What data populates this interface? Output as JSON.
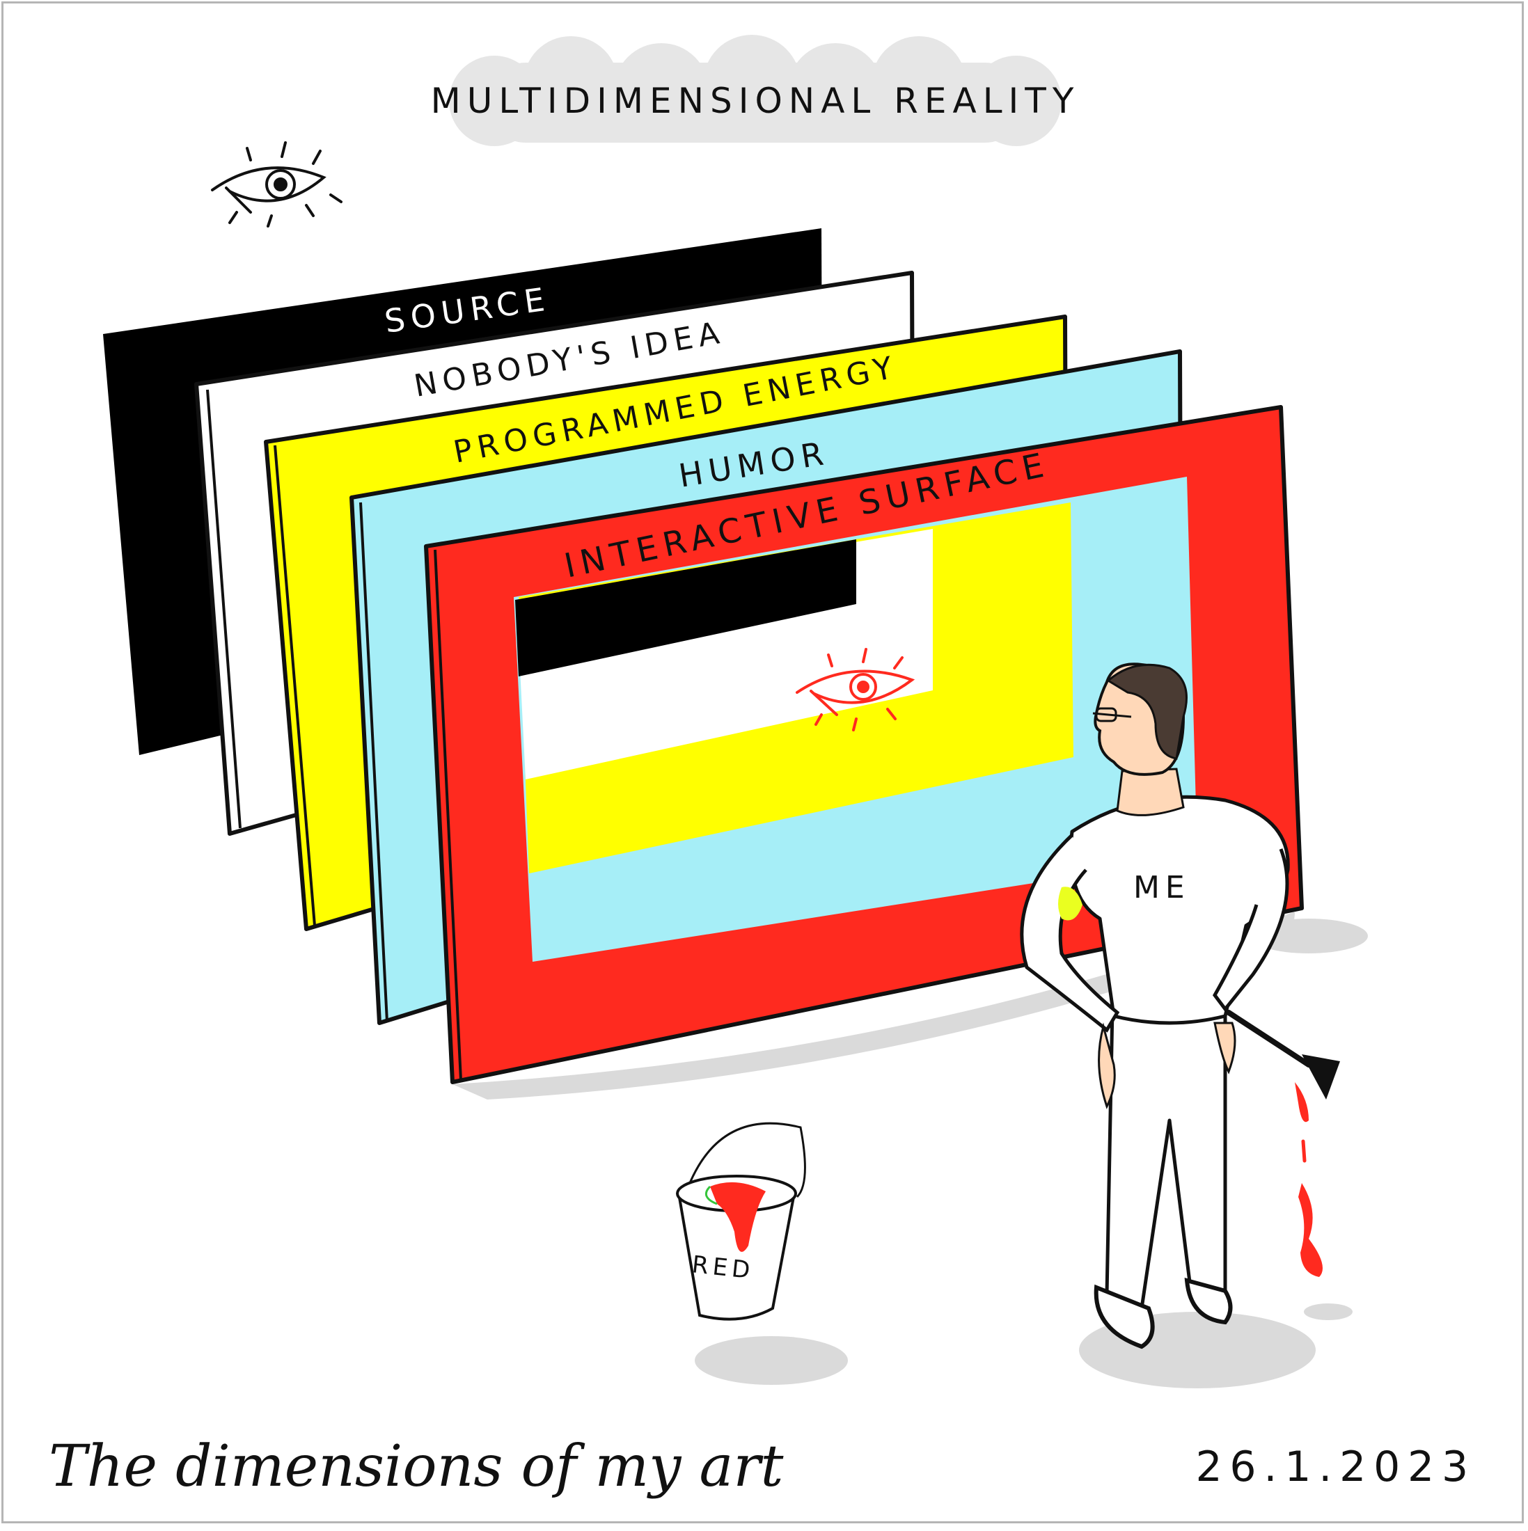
{
  "title": "MULTIDIMENSIONAL REALITY",
  "layers": [
    {
      "label": "SOURCE",
      "color": "#000000"
    },
    {
      "label": "NOBODY'S IDEA",
      "color": "#ffffff"
    },
    {
      "label": "PROGRAMMED ENERGY",
      "color": "#ffff00"
    },
    {
      "label": "HUMOR",
      "color": "#a6eef7"
    },
    {
      "label": "INTERACTIVE SURFACE",
      "color": "#ff2a1f"
    }
  ],
  "figure": {
    "shirt_text": "ME"
  },
  "bucket": {
    "label": "RED"
  },
  "caption": "The dimensions of my art",
  "date": "26.1.2023",
  "colors": {
    "accent_red": "#ff2a1f",
    "shadow": "#d6d6d6",
    "ink": "#111111",
    "bubble": "#e6e6e6"
  },
  "icons": [
    "eye-icon",
    "paint-brush-icon",
    "paint-bucket-icon"
  ]
}
